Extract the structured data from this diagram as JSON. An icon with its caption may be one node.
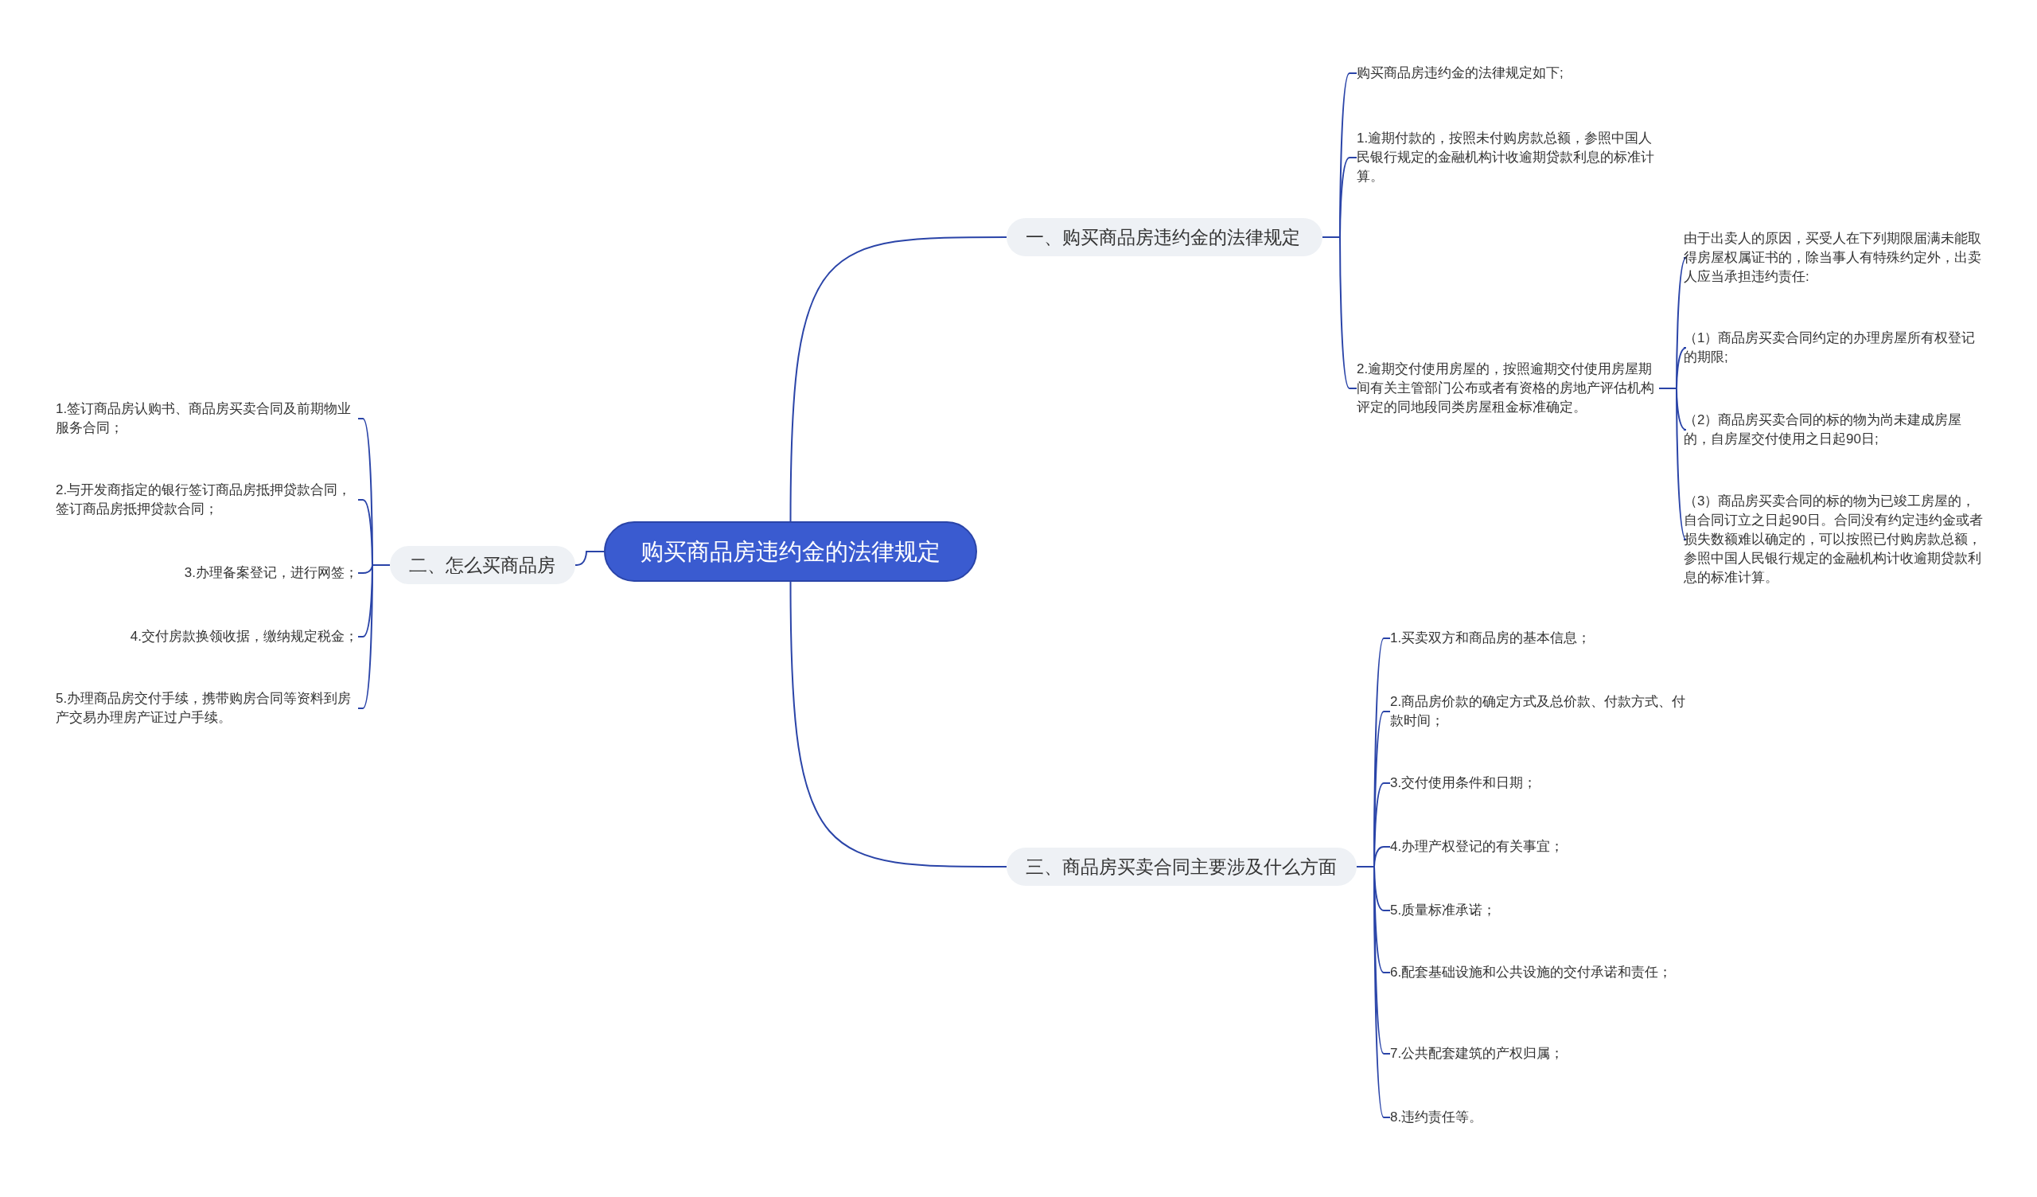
{
  "diagram": {
    "nodes": [
      {
        "text": [
          "购买商品房违约金的法律规定"
        ]
      },
      {
        "text": [
          "一、购买商品房违约金的法律规定"
        ]
      },
      {
        "text": [
          "购买商品房违约金的法律规定如下;"
        ]
      },
      {
        "text": [
          "1.逾期付款的，按照未付购房款总额，参照中国人民银行规定的金融机构计收逾期贷款利息的标准计算。"
        ]
      },
      {
        "text": [
          "2.逾期交付使用房屋的，按照逾期交付使用房屋期间有关主管部门公布或者有资格的房地产评估机构评定的同地段同类房屋租金标准确定。"
        ]
      },
      {
        "text": [
          "由于出卖人的原因，买受人在下列期限届满未能取得房屋权属证书的，除当事人有特殊约定外，出卖人应当承担违约责任:"
        ]
      },
      {
        "text": [
          "（1）商品房买卖合同约定的办理房屋所有权登记的期限;"
        ]
      },
      {
        "text": [
          "（2）商品房买卖合同的标的物为尚未建成房屋的，自房屋交付使用之日起90日;"
        ]
      },
      {
        "text": [
          "（3）商品房买卖合同的标的物为已竣工房屋的，自合同订立之日起90日。合同没有约定违约金或者损失数额难以确定的，可以按照已付购房款总额，参照中国人民银行规定的金融机构计收逾期贷款利息的标准计算。"
        ]
      },
      {
        "text": [
          "二、怎么买商品房"
        ]
      },
      {
        "text": [
          "1.签订商品房认购书、商品房买卖合同及前期物业服务合同；"
        ]
      },
      {
        "text": [
          "2.与开发商指定的银行签订商品房抵押贷款合同，签订商品房抵押贷款合同；"
        ]
      },
      {
        "text": [
          "3.办理备案登记，进行网签；"
        ]
      },
      {
        "text": [
          "4.交付房款换领收据，缴纳规定税金；"
        ]
      },
      {
        "text": [
          "5.办理商品房交付手续，携带购房合同等资料到房产交易办理房产证过户手续。"
        ]
      },
      {
        "text": [
          "三、商品房买卖合同主要涉及什么方面"
        ]
      },
      {
        "text": [
          "1.买卖双方和商品房的基本信息；"
        ]
      },
      {
        "text": [
          "2.商品房价款的确定方式及总价款、付款方式、付款时间；"
        ]
      },
      {
        "text": [
          "3.交付使用条件和日期；"
        ]
      },
      {
        "text": [
          "4.办理产权登记的有关事宜；"
        ]
      },
      {
        "text": [
          "5.质量标准承诺；"
        ]
      },
      {
        "text": [
          "6.配套基础设施和公共设施的交付承诺和责任；"
        ]
      },
      {
        "text": [
          "7.公共配套建筑的产权归属；"
        ]
      },
      {
        "text": [
          "8.违约责任等。"
        ]
      }
    ],
    "edges": [
      {
        "from": 0,
        "to": 1,
        "arrow": "none"
      },
      {
        "from": 1,
        "to": 2,
        "arrow": "none"
      },
      {
        "from": 1,
        "to": 3,
        "arrow": "none"
      },
      {
        "from": 1,
        "to": 4,
        "arrow": "none"
      },
      {
        "from": 4,
        "to": 5,
        "arrow": "none"
      },
      {
        "from": 4,
        "to": 6,
        "arrow": "none"
      },
      {
        "from": 4,
        "to": 7,
        "arrow": "none"
      },
      {
        "from": 4,
        "to": 8,
        "arrow": "none"
      },
      {
        "from": 0,
        "to": 9,
        "arrow": "none"
      },
      {
        "from": 9,
        "to": 10,
        "arrow": "none"
      },
      {
        "from": 9,
        "to": 11,
        "arrow": "none"
      },
      {
        "from": 9,
        "to": 12,
        "arrow": "none"
      },
      {
        "from": 9,
        "to": 13,
        "arrow": "none"
      },
      {
        "from": 9,
        "to": 14,
        "arrow": "none"
      },
      {
        "from": 0,
        "to": 15,
        "arrow": "none"
      },
      {
        "from": 15,
        "to": 16,
        "arrow": "none"
      },
      {
        "from": 15,
        "to": 17,
        "arrow": "none"
      },
      {
        "from": 15,
        "to": 18,
        "arrow": "none"
      },
      {
        "from": 15,
        "to": 19,
        "arrow": "none"
      },
      {
        "from": 15,
        "to": 20,
        "arrow": "none"
      },
      {
        "from": 15,
        "to": 21,
        "arrow": "none"
      },
      {
        "from": 15,
        "to": 22,
        "arrow": "none"
      },
      {
        "from": 15,
        "to": 23,
        "arrow": "none"
      }
    ]
  }
}
